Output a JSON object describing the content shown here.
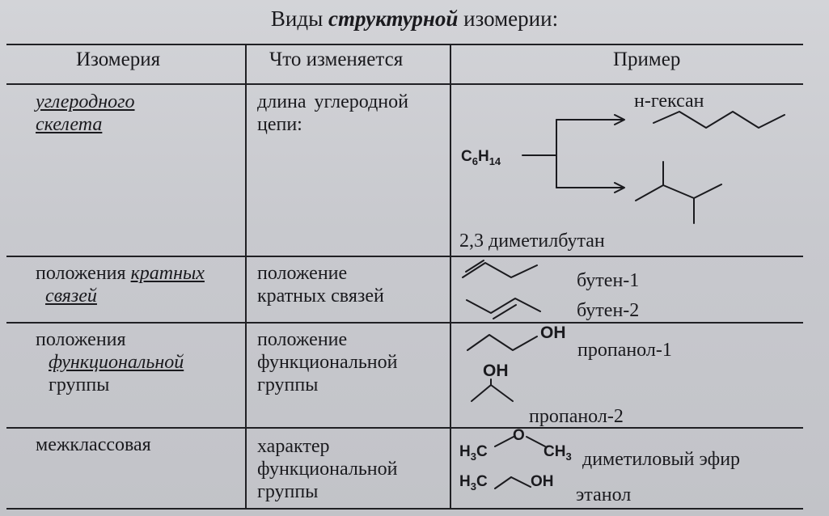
{
  "title": {
    "prefix": "Виды ",
    "emph": "структурной",
    "suffix": " изомерии:"
  },
  "headers": {
    "col1": "Изомерия",
    "col2": "Что изменяется",
    "col3": "Пример"
  },
  "rows": [
    {
      "isomerism_line1": "углеродного",
      "isomerism_line2": "скелета",
      "changes": "длина углеродной цепи:",
      "formula_c": "C",
      "formula_sub1": "6",
      "formula_h": "H",
      "formula_sub2": "14",
      "example1": "н-гексан",
      "example2": "2,3 диметилбутан"
    },
    {
      "isomerism_pre": "положения ",
      "isomerism_u1": "кратных",
      "isomerism_u2": "связей",
      "changes_line1": "положение",
      "changes_line2": "кратных связей",
      "example1": "бутен-1",
      "example2": "бутен-2"
    },
    {
      "isomerism_line1": "положения",
      "isomerism_u": "функциональной",
      "isomerism_line3": "группы",
      "changes_line1": "положение",
      "changes_line2": "функциональной",
      "changes_line3": "группы",
      "oh1": "OH",
      "oh2": "OH",
      "example1": "пропанол-1",
      "example2": "пропанол-2"
    },
    {
      "isomerism": "межклассовая",
      "changes_line1": "характер",
      "changes_line2": "функциональной",
      "changes_line3": "группы",
      "ether_h3c": "H",
      "ether_h3c_sub": "3",
      "ether_c": "C",
      "ether_o": "O",
      "ether_ch3": "CH",
      "ether_ch3_sub": "3",
      "ethanol_h3c": "H",
      "ethanol_h3c_sub": "3",
      "ethanol_c": "C",
      "ethanol_oh": "OH",
      "example1": "диметиловый эфир",
      "example2": "этанол"
    }
  ]
}
